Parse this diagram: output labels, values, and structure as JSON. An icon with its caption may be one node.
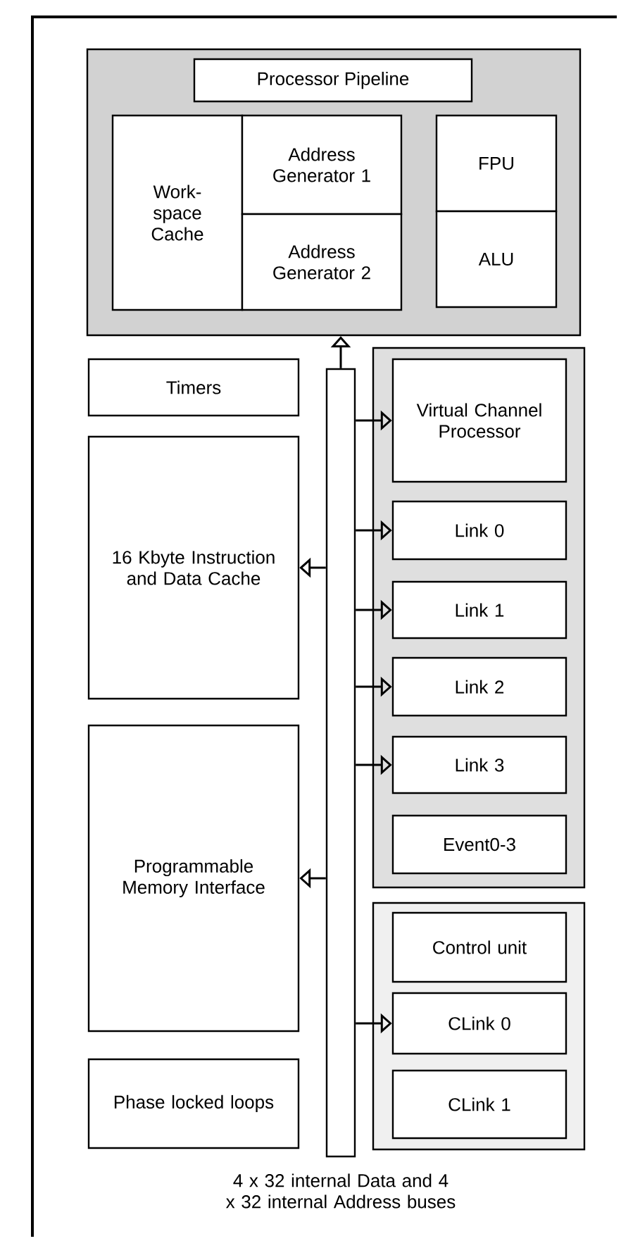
{
  "diagram": {
    "nodes": [
      {
        "text": [
          "Processor Pipeline"
        ]
      },
      {
        "text": [
          "Work- space Cache"
        ],
        "in": 0
      },
      {
        "text": [
          "Address Generator 1"
        ],
        "in": 0
      },
      {
        "text": [
          "Address Generator 2"
        ],
        "in": 0
      },
      {
        "text": [
          "FPU"
        ],
        "in": 0
      },
      {
        "text": [
          "ALU"
        ],
        "in": 0
      },
      {
        "text": [
          "Timers"
        ]
      },
      {
        "text": [
          "16 Kbyte Instruction and Data Cache"
        ]
      },
      {
        "text": [
          "Programmable Memory Interface"
        ]
      },
      {
        "text": [
          "Phase locked loops"
        ]
      },
      {
        "text": [],
        "shape": "bar",
        "beside": [
          "4 x 32 internal Data and 4 x 32 internal Address buses"
        ]
      },
      {
        "text": [],
        "shape": "box"
      },
      {
        "text": [
          "Virtual Channel Processor"
        ],
        "in": 11
      },
      {
        "text": [
          "Link 0"
        ],
        "in": 11
      },
      {
        "text": [
          "Link 1"
        ],
        "in": 11
      },
      {
        "text": [
          "Link 2"
        ],
        "in": 11
      },
      {
        "text": [
          "Link 3"
        ],
        "in": 11
      },
      {
        "text": [
          "Event0-3"
        ],
        "in": 11
      },
      {
        "text": [],
        "shape": "box"
      },
      {
        "text": [
          "Control unit"
        ],
        "in": 18
      },
      {
        "text": [
          "CLink 0"
        ],
        "in": 18
      },
      {
        "text": [
          "CLink 1"
        ],
        "in": 18
      }
    ],
    "edges": [
      {
        "from": 10,
        "to": 0,
        "arrow": "to"
      },
      {
        "from": 10,
        "to": 7,
        "arrow": "to"
      },
      {
        "from": 10,
        "to": 8,
        "arrow": "to"
      },
      {
        "from": 10,
        "to": 12,
        "arrow": "to"
      },
      {
        "from": 10,
        "to": 13,
        "arrow": "to"
      },
      {
        "from": 10,
        "to": 14,
        "arrow": "to"
      },
      {
        "from": 10,
        "to": 15,
        "arrow": "to"
      },
      {
        "from": 10,
        "to": 16,
        "arrow": "to"
      },
      {
        "from": 10,
        "to": 20,
        "arrow": "to"
      }
    ]
  }
}
